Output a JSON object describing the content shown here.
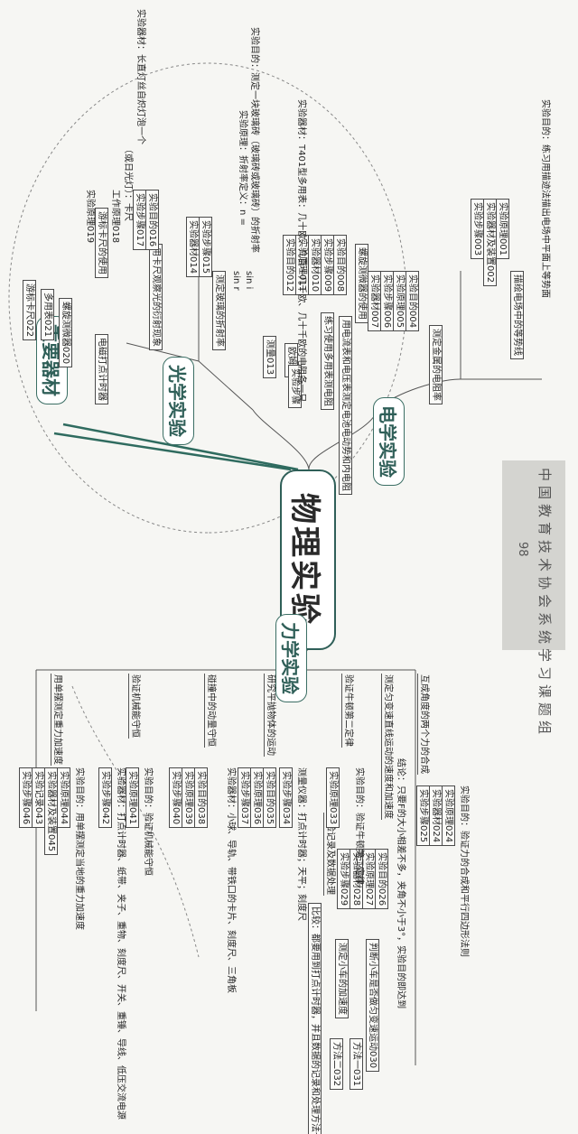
{
  "central_title": "物理实验",
  "branches": {
    "electric": "电学实验",
    "optical": "光学实验",
    "mechanical": "力学实验",
    "equipment": "重要器材"
  },
  "footer": {
    "publication": "中国教育技术协会系统学习课题组",
    "page_number": "98"
  },
  "electric_nodes": {
    "multimeter_exp": "练习使用多用表测电阻",
    "ohm": "欧姆表",
    "experiment_steps": "实验步骤",
    "measure_013": "测量013",
    "purpose_012": "实验目的012",
    "principle_011": "实验原理011",
    "equipment_010": "实验器材010",
    "steps_009": "实验步骤009",
    "purpose_008": "实验目的008",
    "emf_exp": "用电流表和电压表测定电池电动势和内电阻",
    "resist_exp": "测定金属的电阻率",
    "principle_005": "实验原理005",
    "purpose_004": "实验目的004",
    "steps_006": "实验步骤006",
    "equipment_007": "实验器材007",
    "micrometer_use": "螺旋测微器的使用",
    "equipotential_exp": "描绘电场中的等势线",
    "equip_002": "实验器材及装置002",
    "steps_003": "实验步骤003",
    "principle_001": "实验原理001",
    "equipotential_purpose": "实验目的：练习用描迹法描出电场中平面上等势面",
    "multimeter_equipment": "实验器材：T401型多用表：几十欧、几百～几千欧、几十千欧的电阻各一只"
  },
  "optical_nodes": {
    "refraction_exp": "测定玻璃的折射率",
    "steps_015": "实验步骤015",
    "equipment_014": "实验器材014",
    "principle_label": "实验原理：折射率定义：n =",
    "formula_top": "sin i",
    "formula_bottom": "sin r",
    "refraction_purpose": "实验目的：测定一块玻璃砖（玻璃砖或玻璃砖）的折射率",
    "interference_exp": "用卡尺观察光的衍射现象",
    "steps_017": "实验步骤017",
    "purpose_016": "实验目的016",
    "light_source": "（或日光灯）：卡尺",
    "diffraction_equipment": "实验器材：长直灯丝自炽灯泡一个",
    "working_principle": "工作原理018",
    "caliper_use": "游标卡尺的使用",
    "principle_019": "实验原理019"
  },
  "equipment_nodes": {
    "timer": "电磁打点计时器",
    "micrometer_020": "螺旋测微器020",
    "multimeter_021": "多用表021",
    "caliper_022": "游标卡尺022"
  },
  "mechanical_nodes": {
    "force_composition": "互成角度的两个力的合成",
    "fc_purpose": "实验目的：验证力的合成和平行四边形法则",
    "fc_principle": "实验原理024",
    "fc_equipment": "实验器材024",
    "fc_steps": "实验步骤025",
    "fc_conclusion": "结论：只要F的大小相差不多，夹角不小于3°，实验目的即达到",
    "acceleration_exp": "测定匀变速直线运动的速度和加速度",
    "acc_purpose": "实验目的026",
    "acc_principle": "实验原理027",
    "acc_equipment": "实验器材028",
    "acc_steps": "实验步骤029",
    "acc_data": "实验记录及数据处理",
    "acc_judge": "判断小车是否做匀变速运动030",
    "acc_measure": "测定小车的加速度",
    "method_1": "方法一031",
    "method_2": "方法二032",
    "acc_compare": "比较：都要用到打点计时器，并且数据的记录和处理方法也类似",
    "newton_exp": "验证牛顿第二定律",
    "nw_purpose": "实验目的：验证牛顿第二定律",
    "nw_principle": "实验原理033",
    "nw_instruments": "测量仪器：打点计时器；天平；刻度尺",
    "nw_steps": "实验步骤034",
    "projectile_exp": "研究平抛物体的运动",
    "pj_purpose": "实验目的035",
    "pj_principle": "实验原理036",
    "pj_steps": "实验步骤037",
    "pj_equipment": "实验器材：小球、导轨、带铁口的卡片、刻度尺、三角板",
    "momentum_exp": "碰撞中的动量守恒",
    "mm_purpose": "实验目的038",
    "mm_principle": "实验原理039",
    "mm_steps": "实验步骤040",
    "energy_exp": "验证机械能守恒",
    "en_purpose": "实验目的：验证机械能守恒",
    "en_principle": "实验原理041",
    "en_equipment": "实验器材：打点计时器、纸带、夹子、重物、刻度尺、开关、重锤、导线、低压交流电源",
    "en_steps": "实验步骤042",
    "pendulum_exp": "用单摆测定重力加速度",
    "pd_purpose": "实验目的：用单摆测定当地的重力加速度",
    "pd_principle": "实验原理044",
    "pd_equipment": "实验器材及装置045",
    "pd_record": "实验记录043",
    "pd_steps": "实验步骤046"
  }
}
